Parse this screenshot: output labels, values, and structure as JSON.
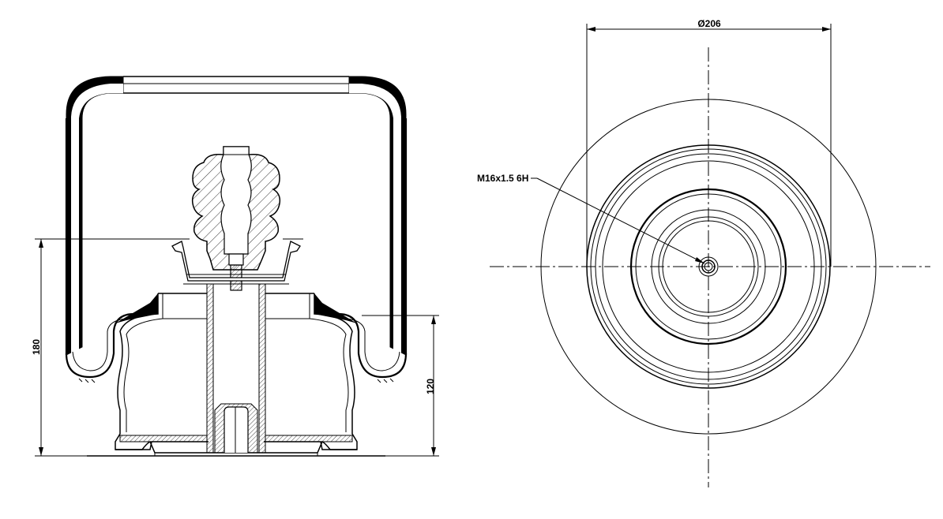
{
  "drawing": {
    "dimensions": {
      "diameter": "Ø206",
      "height_total": "180",
      "height_piston": "120",
      "thread": "M16x1.5 6H"
    }
  }
}
